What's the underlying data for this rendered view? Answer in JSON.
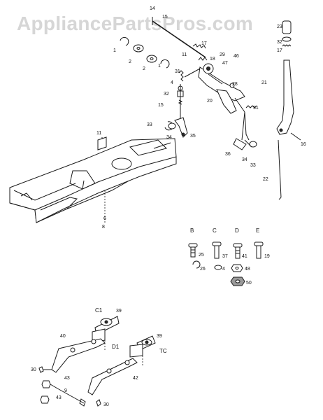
{
  "watermark": "AppliancePartsPros.com",
  "callouts": {
    "p1": "1",
    "p2a": "2",
    "p2b": "2",
    "p1b": "1",
    "p14": "14",
    "p15": "15",
    "p17a": "17",
    "p11a": "11",
    "p18": "18",
    "p29": "29",
    "p47": "47",
    "p46": "46",
    "p31": "31",
    "p4a": "4",
    "p32": "32",
    "p15b": "15",
    "p28": "28",
    "p20": "20",
    "p51": "51",
    "p33a": "33",
    "p34a": "34",
    "p35": "35",
    "p36": "36",
    "p34b": "34",
    "p33b": "33",
    "p11b": "11",
    "p6": "6",
    "p8": "8",
    "p22": "22",
    "p23": "23",
    "p17b": "17",
    "p21": "21",
    "p16": "16",
    "p32b": "32"
  },
  "kit": {
    "headers": [
      "B",
      "C",
      "D",
      "E"
    ],
    "bolts": [
      "25",
      "37",
      "41",
      "19"
    ],
    "row2": [
      "26",
      "4",
      "48"
    ],
    "row3": "50"
  },
  "lower": {
    "c1": "C1",
    "p39a": "39",
    "d1": "D1",
    "p39b": "39",
    "tc": "TC",
    "p40": "40",
    "p42": "42",
    "p30a": "30",
    "p43a": "43",
    "p9": "9",
    "p43b": "43",
    "p30b": "30"
  }
}
